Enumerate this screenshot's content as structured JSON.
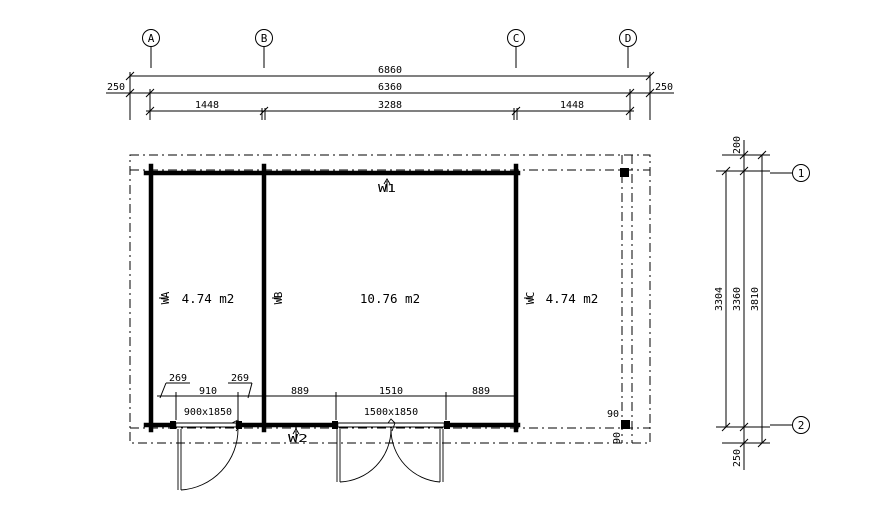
{
  "grid": {
    "columns": [
      "A",
      "B",
      "C",
      "D"
    ],
    "rows": [
      "1",
      "2"
    ]
  },
  "dims_top": {
    "overall": "6860",
    "inner": "6360",
    "left_overhang": "250",
    "right_overhang": "250",
    "bay1": "1448",
    "bay2": "3288",
    "bay3": "1448"
  },
  "dims_side": {
    "top_overhang": "200",
    "inner": "3304",
    "mid": "3360",
    "overall": "3810",
    "bottom_overhang": "250"
  },
  "rooms": [
    {
      "area": "4.74 m2"
    },
    {
      "area": "10.76 m2"
    },
    {
      "area": "4.74 m2"
    }
  ],
  "walls": {
    "w1": "W1",
    "w2": "W2",
    "wa": "WA",
    "wb": "WB",
    "wc": "WC"
  },
  "openings": {
    "left_269a": "269",
    "left_910": "910",
    "left_269b": "269",
    "mid_889a": "889",
    "mid_1510": "1510",
    "mid_889b": "889",
    "door1": "900x1850",
    "door2": "1500x1850",
    "post_w": "90",
    "post_h": "90"
  }
}
